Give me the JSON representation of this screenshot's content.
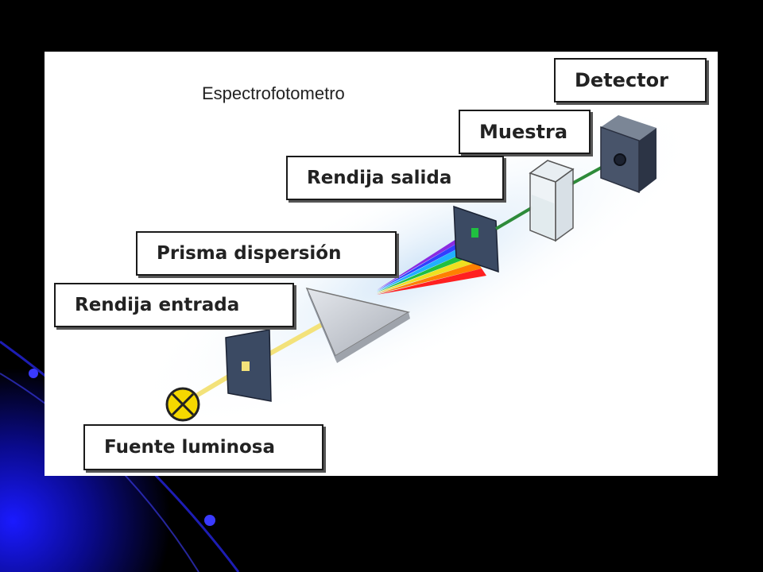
{
  "diagram": {
    "title": "Espectrofotometro",
    "labels": {
      "detector": "Detector",
      "muestra": "Muestra",
      "rendija_salida": "Rendija salida",
      "prisma": "Prisma dispersión",
      "rendija_entrada": "Rendija entrada",
      "fuente": "Fuente luminosa"
    },
    "colors": {
      "light_beam": "#f3e27a",
      "sample_beam": "#2e8b3a",
      "lamp": "#f5d800",
      "slit": "#3b4a63",
      "prism": "#b9bec6"
    },
    "spectrum_colors": [
      "#8a2be2",
      "#3040ff",
      "#20b0ff",
      "#20c040",
      "#f0e020",
      "#ff8000",
      "#ff2020"
    ]
  }
}
